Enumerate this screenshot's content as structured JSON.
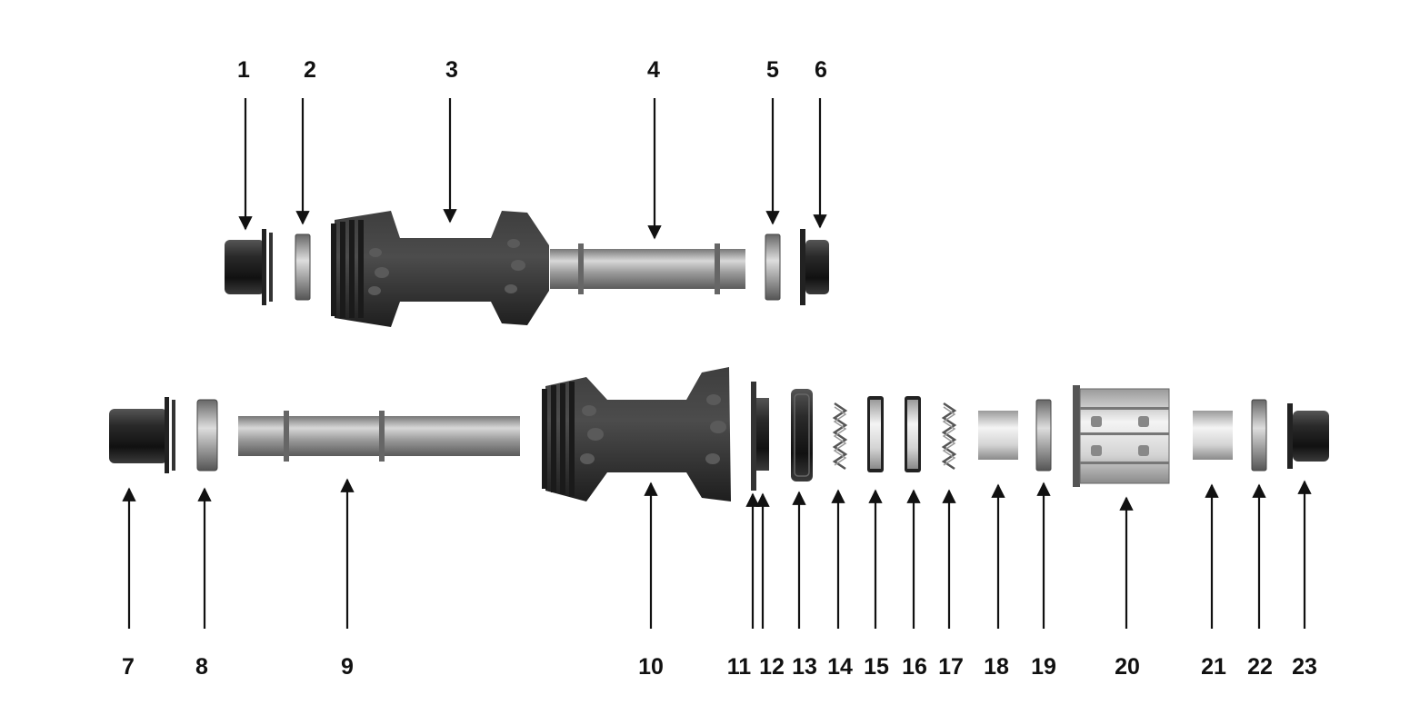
{
  "diagram": {
    "callouts_top": [
      "1",
      "2",
      "3",
      "4",
      "5",
      "6"
    ],
    "callouts_bottom": [
      "7",
      "8",
      "9",
      "10",
      "11",
      "12",
      "13",
      "14",
      "15",
      "16",
      "17",
      "18",
      "19",
      "20",
      "21",
      "22",
      "23"
    ]
  },
  "colors": {
    "dark_part": "#2b2b2b",
    "grey_part": "#b5b5b5",
    "light_part": "#e8e8e8",
    "label": "#111111"
  }
}
